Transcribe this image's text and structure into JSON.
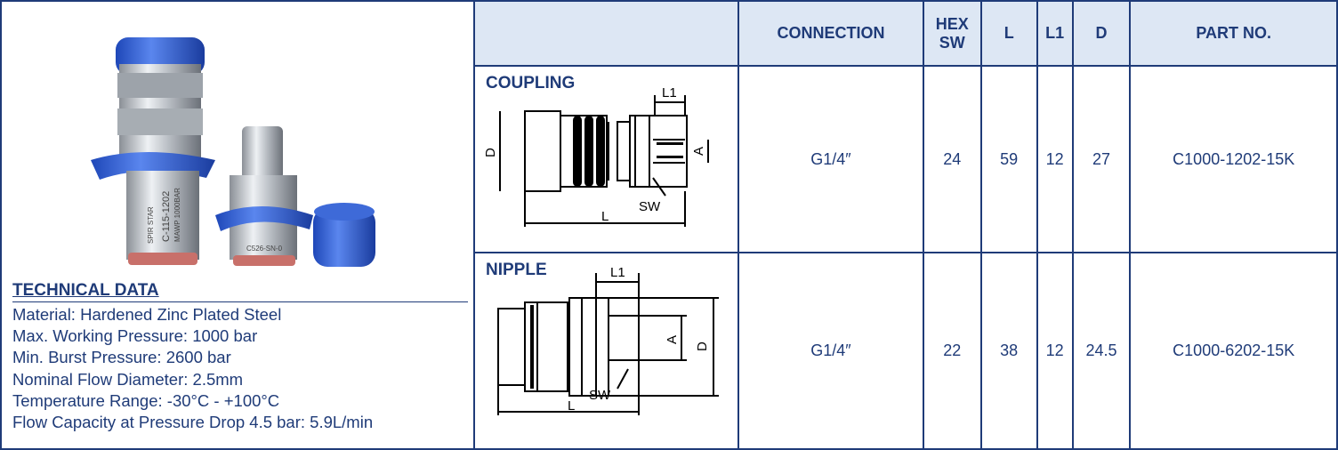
{
  "technical_data": {
    "title": "TECHNICAL DATA",
    "lines": [
      "Material: Hardened Zinc Plated Steel",
      "Max. Working Pressure: 1000 bar",
      "Min. Burst Pressure: 2600 bar",
      "Nominal Flow Diameter: 2.5mm",
      "Temperature Range: -30°C - +100°C",
      "Flow Capacity at Pressure Drop 4.5 bar: 5.9L/min"
    ]
  },
  "photo": {
    "coupling_marking": "C-115-1202",
    "coupling_marking2": "MAWP 1000BAR",
    "brand": "SPIR STAR",
    "nipple_marking": "C526-SN-0",
    "cap_color": "#2f5fd0"
  },
  "table": {
    "headers": [
      "",
      "CONNECTION",
      "HEX SW",
      "L",
      "L1",
      "D",
      "PART NO."
    ],
    "header_hex_line1": "HEX",
    "header_hex_line2": "SW",
    "rows": [
      {
        "label": "COUPLING",
        "connection": "G1/4″",
        "hex_sw": "24",
        "l": "59",
        "l1": "12",
        "d": "27",
        "part_no": "C1000-1202-15K",
        "dim_labels": {
          "d": "D",
          "a": "A",
          "l": "L",
          "l1": "L1",
          "sw": "SW"
        }
      },
      {
        "label": "NIPPLE",
        "connection": "G1/4″",
        "hex_sw": "22",
        "l": "38",
        "l1": "12",
        "d": "24.5",
        "part_no": "C1000-6202-15K",
        "dim_labels": {
          "d": "D",
          "a": "A",
          "l": "L",
          "l1": "L1",
          "sw": "SW"
        }
      }
    ]
  },
  "colors": {
    "brand_blue": "#1f3b78",
    "header_bg": "#dde7f4"
  }
}
